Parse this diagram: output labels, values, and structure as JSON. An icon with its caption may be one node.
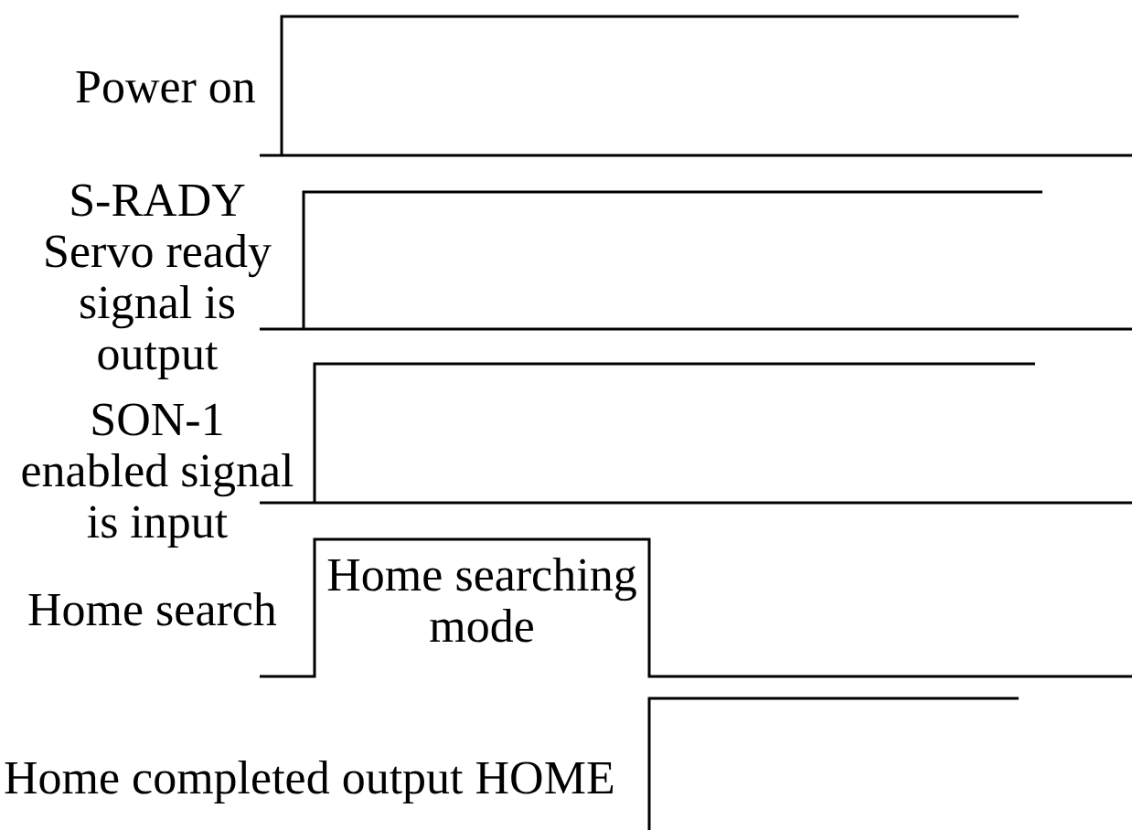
{
  "diagram": {
    "labels": [
      "Power on",
      "S-RADY",
      "Servo ready signal is output",
      "SON-1 enabled signal is input",
      "Home search",
      "Home searching mode",
      "Home completed output HOME"
    ]
  }
}
